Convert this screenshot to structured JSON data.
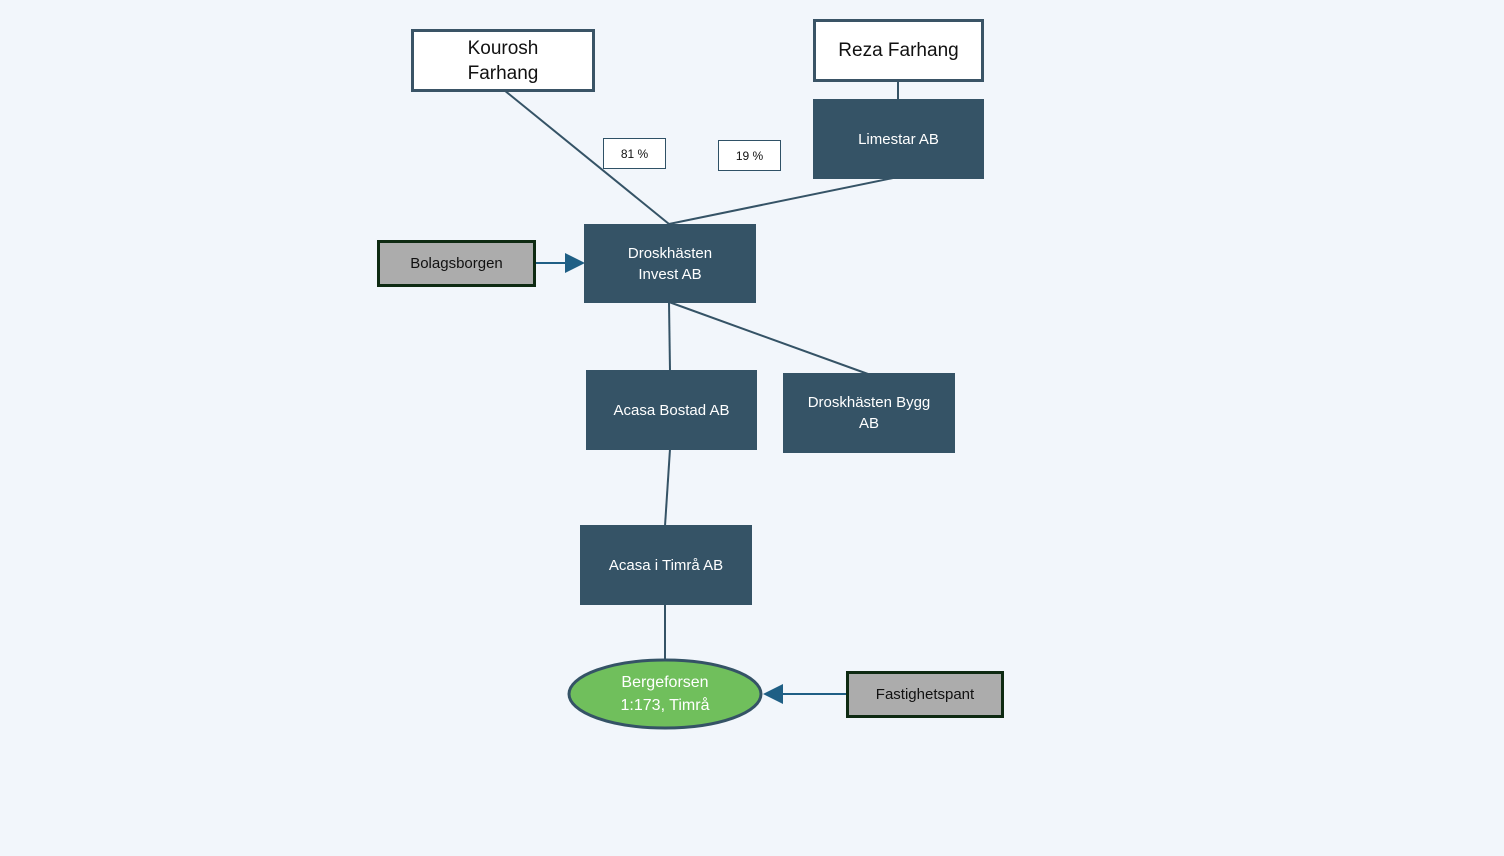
{
  "nodes": {
    "kourosh": "Kourosh Farhang",
    "reza": "Reza Farhang",
    "limestar": "Limestar AB",
    "droskhasten_invest": "Droskhästen Invest AB",
    "bolagsborgen": "Bolagsborgen",
    "acasa_bostad": "Acasa Bostad AB",
    "droskhasten_bygg": "Droskhästen Bygg AB",
    "acasa_timra": "Acasa i Timrå AB",
    "bergeforsen": "Bergeforsen 1:173, Timrå",
    "fastighetspant": "Fastighetspant"
  },
  "labels": {
    "kourosh_share": "81 %",
    "limestar_share": "19 %"
  },
  "colors": {
    "company": "#355366",
    "property": "#70bf5c",
    "arrow": "#1f5f85"
  }
}
